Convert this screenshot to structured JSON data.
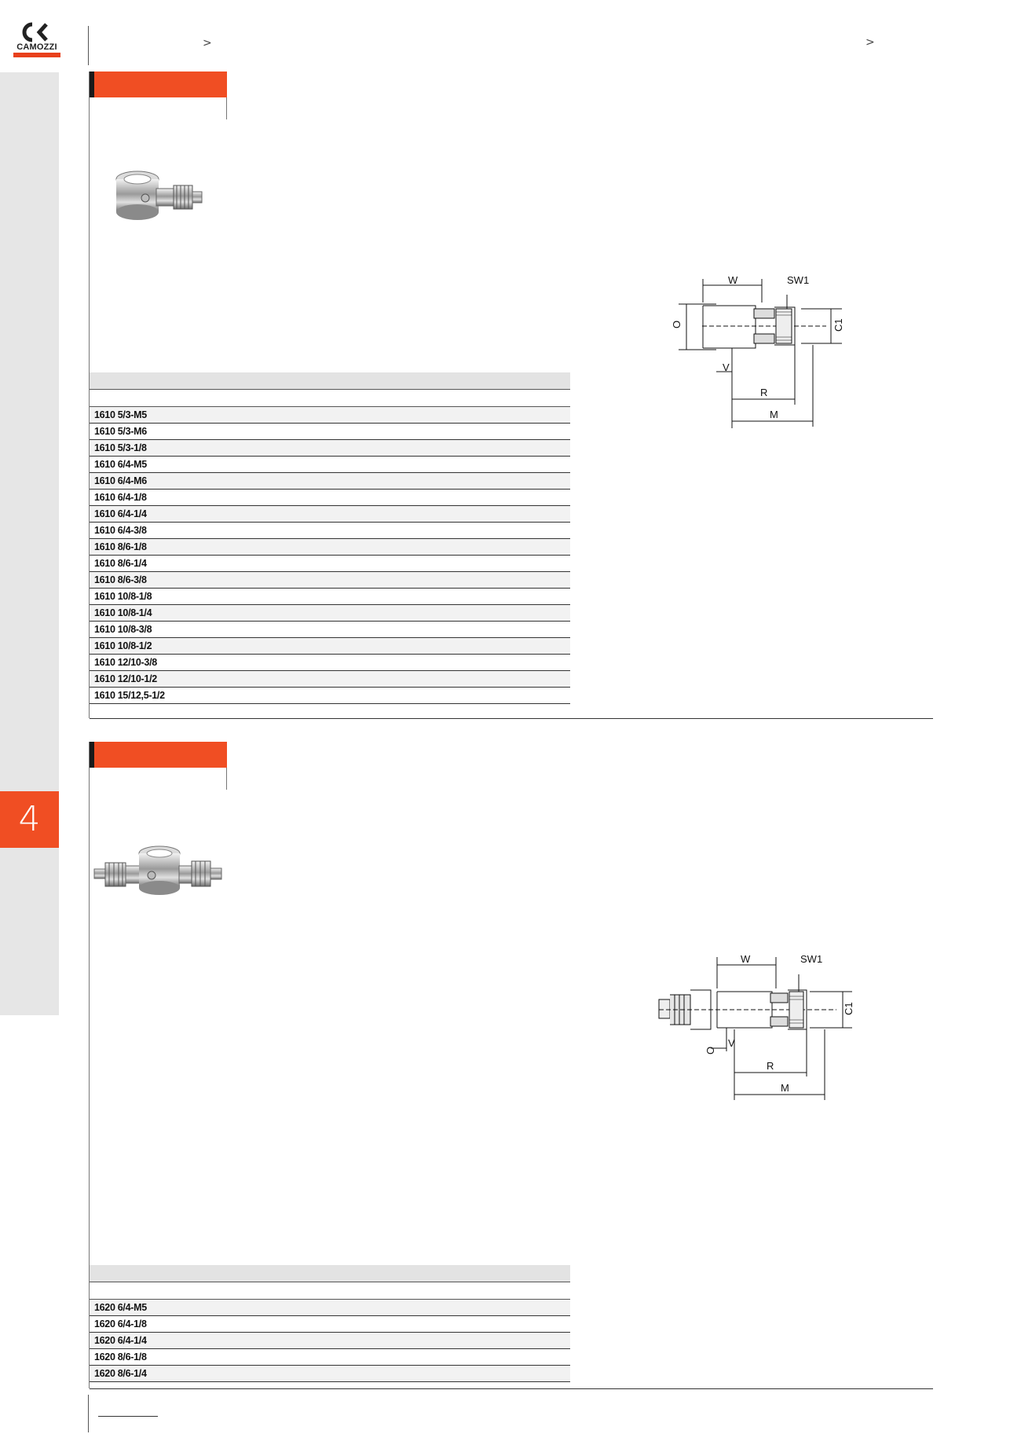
{
  "brand": {
    "name": "CAMOZZI",
    "accent_color": "#f04e23"
  },
  "header": {
    "chevron_left": ">",
    "chevron_right": ">"
  },
  "chapter": {
    "number": "4"
  },
  "section1": {
    "table_rows": [
      "1610 5/3-M5",
      "1610 5/3-M6",
      "1610 5/3-1/8",
      "1610 6/4-M5",
      "1610 6/4-M6",
      "1610 6/4-1/8",
      "1610 6/4-1/4",
      "1610 6/4-3/8",
      "1610 8/6-1/8",
      "1610 8/6-1/4",
      "1610 8/6-3/8",
      "1610 10/8-1/8",
      "1610 10/8-1/4",
      "1610 10/8-3/8",
      "1610 10/8-1/2",
      "1610 12/10-3/8",
      "1610 12/10-1/2",
      "1610 15/12,5-1/2"
    ],
    "drawing_labels": {
      "w": "W",
      "sw1": "SW1",
      "o": "O",
      "c1": "C1",
      "v": "V",
      "r": "R",
      "m": "M"
    }
  },
  "section2": {
    "table_rows": [
      "1620 6/4-M5",
      "1620 6/4-1/8",
      "1620 6/4-1/4",
      "1620 8/6-1/8",
      "1620 8/6-1/4"
    ],
    "drawing_labels": {
      "w": "W",
      "sw1": "SW1",
      "o": "O",
      "c1": "C1",
      "v": "V",
      "r": "R",
      "m": "M"
    }
  }
}
